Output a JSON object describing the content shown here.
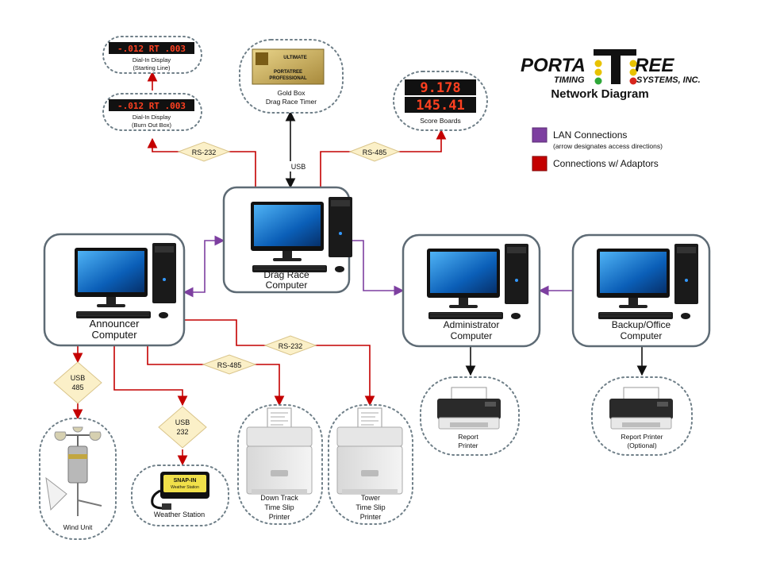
{
  "logo": {
    "wordmark_left": "PORTA",
    "wordmark_right": "REE",
    "tagline_left": "TIMING",
    "tagline_right": "SYSTEMS, INC."
  },
  "title": "Network Diagram",
  "legend": {
    "lan_label": "LAN Connections",
    "lan_sublabel": "(arrow designates access directions)",
    "adaptor_label": "Connections w/ Adaptors",
    "lan_color": "#7d3fa0",
    "adaptor_color": "#c40000"
  },
  "computers": {
    "drag_race": {
      "line1": "Drag Race",
      "line2": "Computer"
    },
    "announcer": {
      "line1": "Announcer",
      "line2": "Computer"
    },
    "administrator": {
      "line1": "Administrator",
      "line2": "Computer"
    },
    "backup": {
      "line1": "Backup/Office",
      "line2": "Computer"
    }
  },
  "devices": {
    "dialin_start": {
      "led": "-.012 RT .003",
      "line1": "Dial-In Display",
      "line2": "(Starting Line)"
    },
    "dialin_burnout": {
      "led": "-.012 RT .003",
      "line1": "Dial-In Display",
      "line2": "(Burn Out Box)"
    },
    "gold_box": {
      "plate_top": "ULTIMATE",
      "plate_brand": "PORTATREE",
      "plate_bottom": "PROFESSIONAL",
      "line1": "Gold Box",
      "line2": "Drag Race Timer"
    },
    "score_boards": {
      "led1": "9.178",
      "led2": "145.41",
      "label": "Score Boards"
    },
    "report_printer": {
      "line1": "Report",
      "line2": "Printer"
    },
    "report_printer_opt": {
      "line1": "Report Printer",
      "line2": "(Optional)"
    },
    "wind_unit": {
      "label": "Wind Unit"
    },
    "weather_station": {
      "brand": "SNAP-IN",
      "sub": "Weather Station",
      "label": "Weather Station"
    },
    "downtrack_printer": {
      "line1": "Down Track",
      "line2": "Time Slip",
      "line3": "Printer"
    },
    "tower_printer": {
      "line1": "Tower",
      "line2": "Time Slip",
      "line3": "Printer"
    }
  },
  "connectors": {
    "rs232_left": "RS-232",
    "rs485_top": "RS-485",
    "usb_top": "USB",
    "rs232_mid": "RS-232",
    "rs485_mid": "RS-485",
    "usb485": {
      "line1": "USB",
      "line2": "485"
    },
    "usb232": {
      "line1": "USB",
      "line2": "232"
    }
  }
}
